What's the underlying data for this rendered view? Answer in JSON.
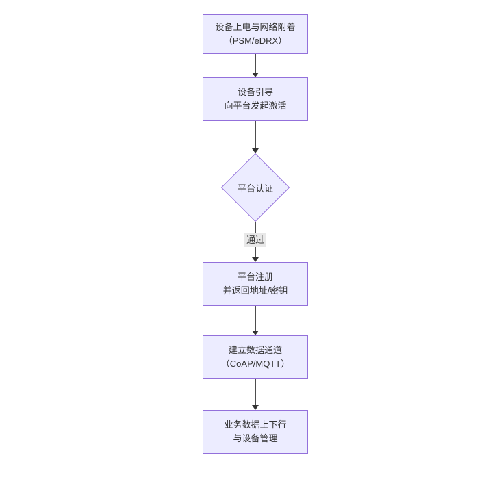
{
  "colors": {
    "canvas_bg": "#ffffff",
    "node_fill": "#ececff",
    "node_border": "#9370db",
    "edge_line": "#4d4d4d",
    "arrowhead": "#333333",
    "edge_label_bg": "#e8e8e8",
    "text_color": "#333333"
  },
  "nodes": {
    "power_attach": {
      "line1": "设备上电与网络附着",
      "line2": "（PSM/eDRX）"
    },
    "bootstrap": {
      "line1": "设备引导",
      "line2": "向平台发起激活"
    },
    "platform_auth": {
      "line1": "平台认证"
    },
    "platform_register": {
      "line1": "平台注册",
      "line2": "并返回地址/密钥"
    },
    "data_channel": {
      "line1": "建立数据通道",
      "line2": "（CoAP/MQTT）"
    },
    "business_mgmt": {
      "line1": "业务数据上下行",
      "line2": "与设备管理"
    }
  },
  "edges": {
    "auth_pass_label": "通过"
  }
}
